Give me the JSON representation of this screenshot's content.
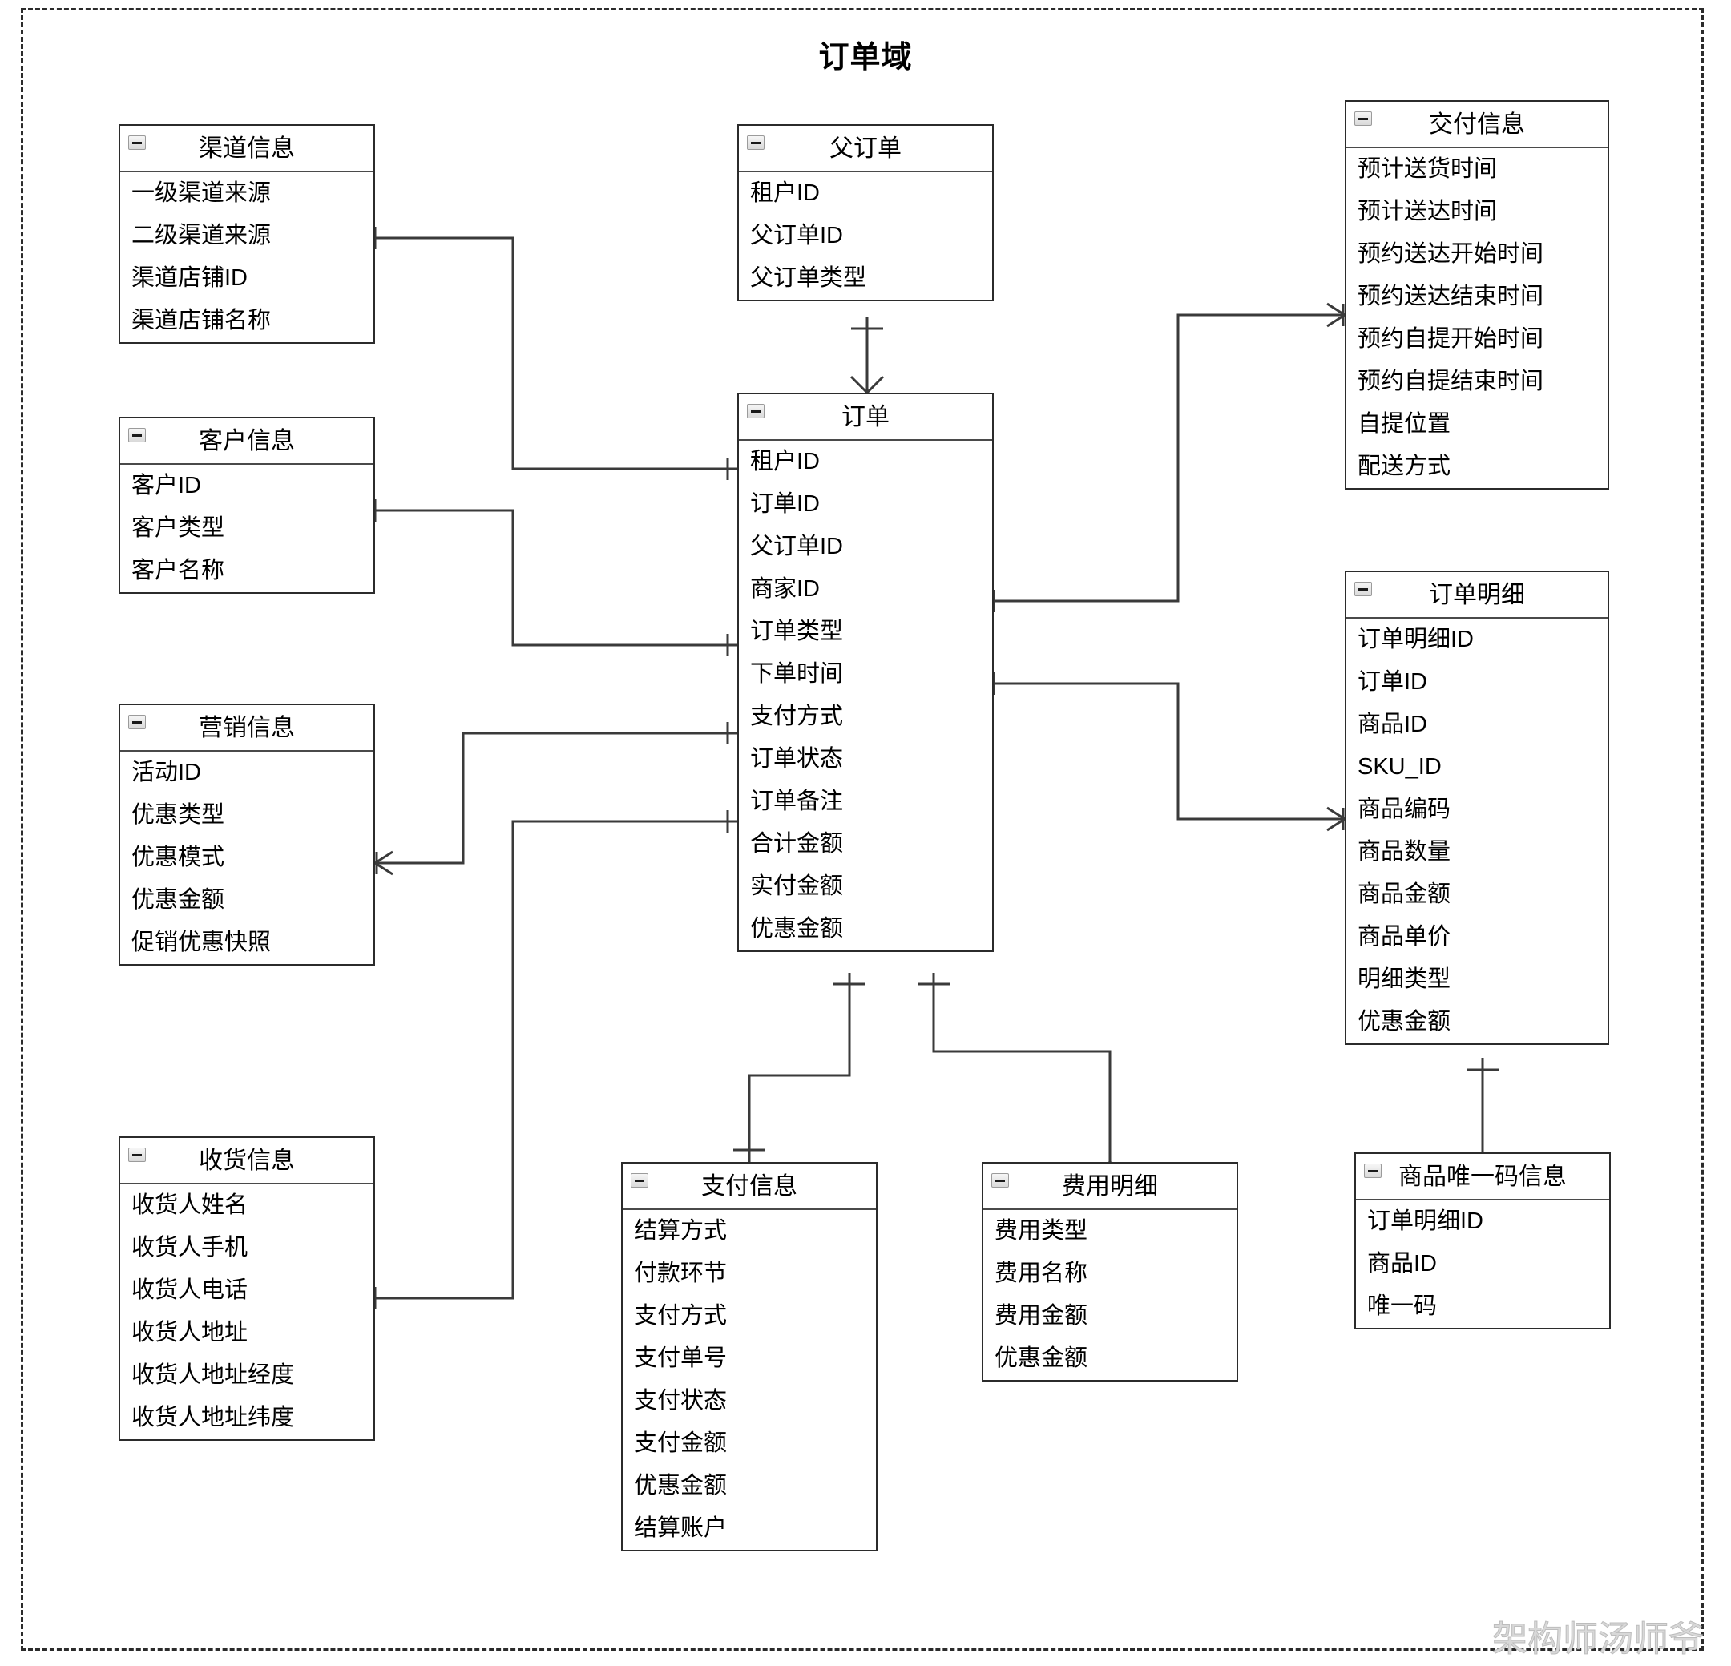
{
  "diagram": {
    "title": "订单域",
    "watermark": "架构师汤师爷",
    "collapse_icon": "collapse-minus-icon",
    "colors": {
      "border": "#2b2b2b",
      "line": "#3a3a3a",
      "background": "#ffffff",
      "text": "#000000",
      "watermark": "#d8d8d8"
    }
  },
  "entities": [
    {
      "id": "channel",
      "name": "渠道信息",
      "fields": [
        "一级渠道来源",
        "二级渠道来源",
        "渠道店铺ID",
        "渠道店铺名称"
      ]
    },
    {
      "id": "customer",
      "name": "客户信息",
      "fields": [
        "客户ID",
        "客户类型",
        "客户名称"
      ]
    },
    {
      "id": "marketing",
      "name": "营销信息",
      "fields": [
        "活动ID",
        "优惠类型",
        "优惠模式",
        "优惠金额",
        "促销优惠快照"
      ]
    },
    {
      "id": "shipping",
      "name": "收货信息",
      "fields": [
        "收货人姓名",
        "收货人手机",
        "收货人电话",
        "收货人地址",
        "收货人地址经度",
        "收货人地址纬度"
      ]
    },
    {
      "id": "parent_order",
      "name": "父订单",
      "fields": [
        "租户ID",
        "父订单ID",
        "父订单类型"
      ]
    },
    {
      "id": "order",
      "name": "订单",
      "fields": [
        "租户ID",
        "订单ID",
        "父订单ID",
        "商家ID",
        "订单类型",
        "下单时间",
        "支付方式",
        "订单状态",
        "订单备注",
        "合计金额",
        "实付金额",
        "优惠金额"
      ]
    },
    {
      "id": "payment",
      "name": "支付信息",
      "fields": [
        "结算方式",
        "付款环节",
        "支付方式",
        "支付单号",
        "支付状态",
        "支付金额",
        "优惠金额",
        "结算账户"
      ]
    },
    {
      "id": "fee_detail",
      "name": "费用明细",
      "fields": [
        "费用类型",
        "费用名称",
        "费用金额",
        "优惠金额"
      ]
    },
    {
      "id": "delivery",
      "name": "交付信息",
      "fields": [
        "预计送货时间",
        "预计送达时间",
        "预约送达开始时间",
        "预约送达结束时间",
        "预约自提开始时间",
        "预约自提结束时间",
        "自提位置",
        "配送方式"
      ]
    },
    {
      "id": "order_item",
      "name": "订单明细",
      "fields": [
        "订单明细ID",
        "订单ID",
        "商品ID",
        "SKU_ID",
        "商品编码",
        "商品数量",
        "商品金额",
        "商品单价",
        "明细类型",
        "优惠金额"
      ]
    },
    {
      "id": "product_code",
      "name": "商品唯一码信息",
      "fields": [
        "订单明细ID",
        "商品ID",
        "唯一码"
      ]
    }
  ],
  "relationships": [
    {
      "from": "channel",
      "to": "order",
      "from_marker": "one",
      "to_marker": "one"
    },
    {
      "from": "customer",
      "to": "order",
      "from_marker": "one",
      "to_marker": "one"
    },
    {
      "from": "marketing",
      "to": "order",
      "from_marker": "many",
      "to_marker": "one"
    },
    {
      "from": "shipping",
      "to": "order",
      "from_marker": "one",
      "to_marker": "one"
    },
    {
      "from": "parent_order",
      "to": "order",
      "from_marker": "one",
      "to_marker": "many"
    },
    {
      "from": "order",
      "to": "delivery",
      "from_marker": "one",
      "to_marker": "many"
    },
    {
      "from": "order",
      "to": "order_item",
      "from_marker": "one",
      "to_marker": "many"
    },
    {
      "from": "order",
      "to": "payment",
      "from_marker": "one",
      "to_marker": "one"
    },
    {
      "from": "order",
      "to": "fee_detail",
      "from_marker": "one",
      "to_marker": "many"
    },
    {
      "from": "order_item",
      "to": "product_code",
      "from_marker": "one",
      "to_marker": "many"
    }
  ]
}
